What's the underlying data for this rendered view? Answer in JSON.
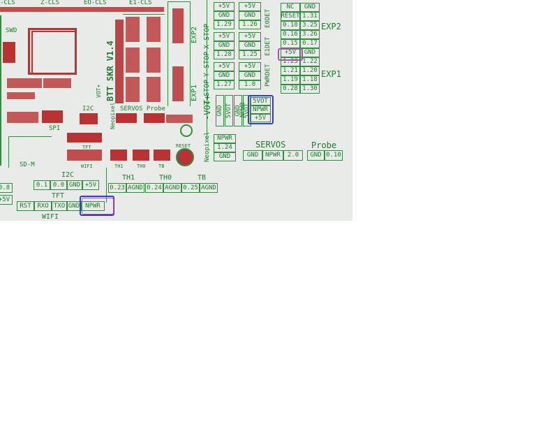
{
  "top_labels": [
    "-CLS",
    "Z-CLS",
    "EO-CLS",
    "E1-CLS"
  ],
  "board": {
    "name": "BTT SKR V1.4",
    "swd": "SWD",
    "exp2": "EXP2",
    "exp1": "EXP1",
    "neopixel": "Neopixel",
    "servos_probe": "SERVOS Probe",
    "i2c_small": "I2C",
    "spi": "SPI",
    "sd_m": "SD-M",
    "vot": "VOT+",
    "tft_small": "TFT",
    "wifi_small": "WIFI",
    "reset": "RESET",
    "th1": "TH1",
    "th0": "TH0",
    "tb": "TB"
  },
  "stop_header": {
    "labels": [
      "Z-STOP",
      "Y-STOP",
      "X-STOP"
    ],
    "col1": [
      "+5V",
      "GND",
      "1.29",
      "+5V",
      "GND",
      "1.28",
      "+5V",
      "GND",
      "1.27"
    ],
    "col2": [
      "+5V",
      "GND",
      "1.26",
      "+5V",
      "GND",
      "1.25",
      "+5V",
      "GND",
      "1.0"
    ],
    "det_labels": [
      "PWRDET",
      "E1DET",
      "E0DET"
    ]
  },
  "exp_header": {
    "col1": [
      "NC",
      "RESET",
      "0.18",
      "0.16",
      "0.15",
      "+5V",
      "1.23",
      "1.21",
      "1.19",
      "0.28"
    ],
    "col2": [
      "GND",
      "1.31",
      "3.25",
      "3.26",
      "0.17",
      "GND",
      "1.22",
      "1.20",
      "1.18",
      "1.30"
    ],
    "exp2": "EXP2",
    "exp1": "EXP1"
  },
  "vot_header": {
    "label": "-VOT+",
    "cells": [
      "GND",
      "5VOT",
      "GND",
      "5VOT"
    ]
  },
  "npwr_header": {
    "label": "NPWR",
    "cells": [
      "5VOT",
      "NPWR",
      "+5V"
    ]
  },
  "neopixel_header": {
    "label": "Neopixel",
    "cells": [
      "NPWR",
      "1.24",
      "GND"
    ]
  },
  "servos_header": {
    "label": "SERVOS",
    "cells": [
      "GND",
      "NPWR",
      "2.0"
    ]
  },
  "probe_header": {
    "label": "Probe",
    "cells": [
      "GND",
      "0.10"
    ]
  },
  "thermistors": {
    "th1": {
      "label": "TH1",
      "cells": [
        "0.23",
        "AGND"
      ]
    },
    "th0": {
      "label": "TH0",
      "cells": [
        "0.24",
        "AGND"
      ]
    },
    "tb": {
      "label": "TB",
      "cells": [
        "0.25",
        "AGND"
      ]
    }
  },
  "i2c_header": {
    "label": "I2C",
    "cells": [
      "0.1",
      "0.0",
      "GND",
      "+5V"
    ]
  },
  "tft_header": {
    "label": "TFT",
    "cells": [
      "RST",
      "RXO",
      "TXO",
      "GND",
      "NPWR"
    ],
    "wifi": "WIFI"
  },
  "left_edge": {
    "cells": [
      "0.8",
      "+5V"
    ]
  },
  "colors": {
    "board": "#e9ebe8",
    "silk": "#1d7d2d",
    "pad": "#b93333",
    "highlight_blue": "#3a3ad0",
    "highlight_pink": "#b34cb3"
  }
}
